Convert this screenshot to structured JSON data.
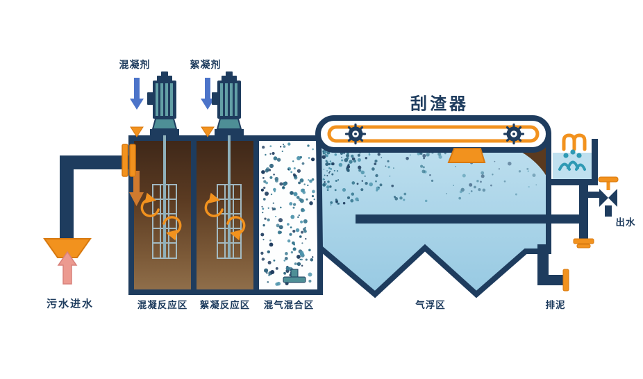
{
  "diagram": {
    "title": "刮渣器",
    "top_labels": {
      "coagulant": "混凝剂",
      "flocculant": "絮凝剂"
    },
    "left_labels": {
      "inlet": "污水进水"
    },
    "zone_labels": {
      "coagulation": "混凝反应区",
      "flocculation": "絮凝反应区",
      "air_mixing": "混气混合区",
      "flotation": "气浮区",
      "sludge_discharge": "排泥"
    },
    "right_labels": {
      "outlet": "出水"
    },
    "colors": {
      "pipe_navy": "#1e3c5e",
      "accent_orange": "#f2921e",
      "water_blue": "#a8d2e8",
      "sludge_brown": "#5a3a1f",
      "motor_teal": "#4e8f96",
      "dosing_arrow_blue": "#4c74c9",
      "inflow_arrow_pink": "#ec9a90"
    }
  }
}
